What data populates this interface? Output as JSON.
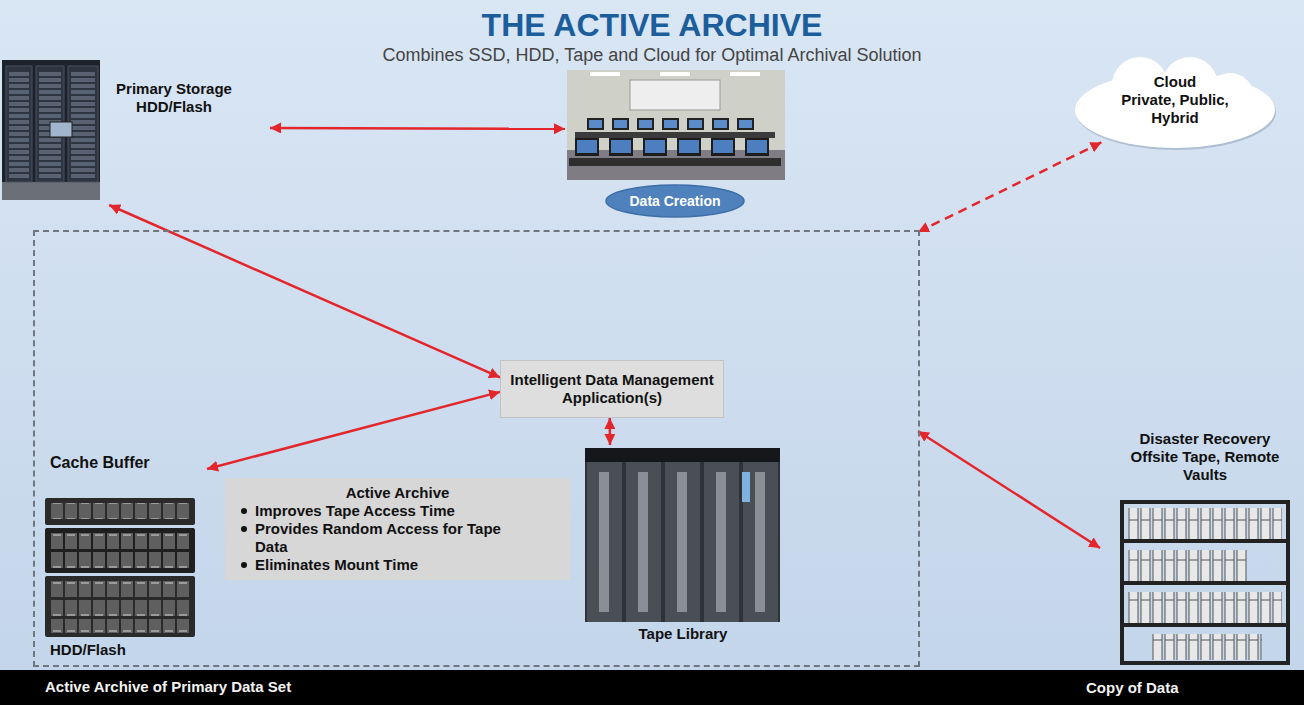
{
  "diagram": {
    "title": "THE ACTIVE ARCHIVE",
    "nodes": [
      {
        "text": [
          "Primary Storage HDD/Flash"
        ]
      },
      {
        "text": [
          "Data Creation"
        ]
      },
      {
        "text": [
          "Cloud",
          "Private, Public, Hybrid"
        ]
      },
      {
        "text": [
          "Active Archive of Primary Data Set"
        ]
      },
      {
        "text": [
          "Intelligent Data Management Application(s)"
        ],
        "in": 3
      },
      {
        "text": [
          "Cache Buffer",
          "HDD/Flash"
        ],
        "in": 3
      },
      {
        "text": [
          "Active Archive",
          "Improves Tape Access Time",
          "Provides Random Access for Tape Data",
          "Eliminates Mount Time"
        ],
        "in": 3
      },
      {
        "text": [
          "Tape Library"
        ],
        "in": 3
      },
      {
        "text": [
          "Disaster Recovery Offsite Tape, Remote Vaults"
        ]
      }
    ],
    "edges": [
      {
        "from": 0,
        "to": 1,
        "arrow": "both"
      },
      {
        "from": 0,
        "to": 4,
        "arrow": "both"
      },
      {
        "from": 4,
        "to": 5,
        "arrow": "both"
      },
      {
        "from": 4,
        "to": 7,
        "arrow": "both"
      },
      {
        "from": 3,
        "to": 2,
        "arrow": "both"
      },
      {
        "from": 3,
        "to": 8,
        "arrow": "both"
      }
    ],
    "labels": [
      "Combines SSD, HDD, Tape and Cloud for Optimal Archival Solution",
      "Copy of Data"
    ]
  }
}
